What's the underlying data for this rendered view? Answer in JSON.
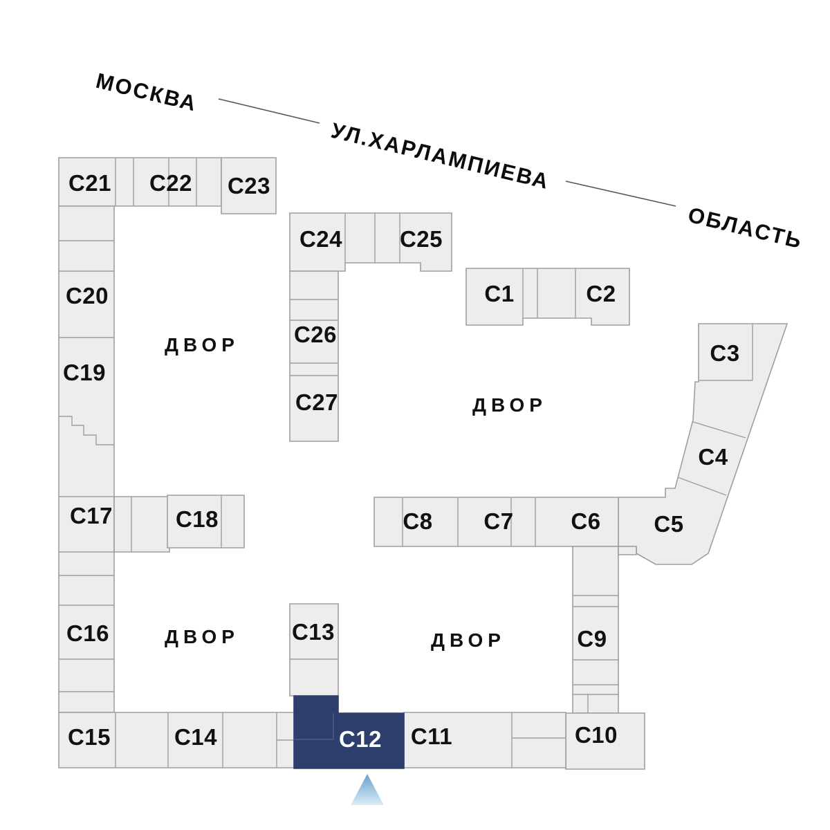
{
  "plan": {
    "street_labels": {
      "city": "МОСКВА",
      "street": "УЛ.ХАРЛАМПИЕВА",
      "region": "ОБЛАСТЬ"
    },
    "courtyard_label": "ДВОР",
    "selected_building": "С12",
    "buildings": {
      "c1": {
        "label": "С1"
      },
      "c2": {
        "label": "С2"
      },
      "c3": {
        "label": "С3"
      },
      "c4": {
        "label": "С4"
      },
      "c5": {
        "label": "С5"
      },
      "c6": {
        "label": "С6"
      },
      "c7": {
        "label": "С7"
      },
      "c8": {
        "label": "С8"
      },
      "c9": {
        "label": "С9"
      },
      "c10": {
        "label": "С10"
      },
      "c11": {
        "label": "С11"
      },
      "c12": {
        "label": "С12"
      },
      "c13": {
        "label": "С13"
      },
      "c14": {
        "label": "С14"
      },
      "c15": {
        "label": "С15"
      },
      "c16": {
        "label": "С16"
      },
      "c17": {
        "label": "С17"
      },
      "c18": {
        "label": "С18"
      },
      "c19": {
        "label": "С19"
      },
      "c20": {
        "label": "С20"
      },
      "c21": {
        "label": "С21"
      },
      "c22": {
        "label": "С22"
      },
      "c23": {
        "label": "С23"
      },
      "c24": {
        "label": "С24"
      },
      "c25": {
        "label": "С25"
      },
      "c26": {
        "label": "С26"
      },
      "c27": {
        "label": "С27"
      }
    },
    "colors": {
      "building_fill": "#ededed",
      "building_stroke": "#9e9e9e",
      "selected_fill": "#2d3e6c",
      "selected_label": "#ffffff",
      "label": "#111111",
      "marker_gradient_top": "#66a1cd",
      "marker_gradient_bottom": "#ddecf6"
    }
  }
}
